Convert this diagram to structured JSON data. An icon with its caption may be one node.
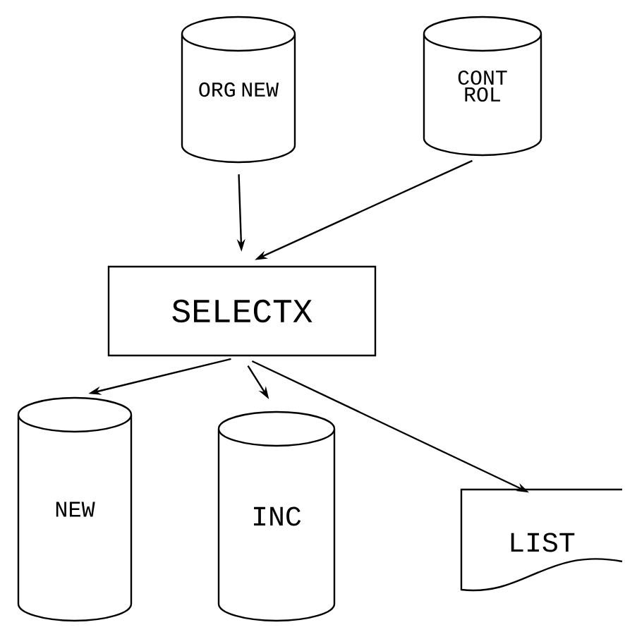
{
  "diagram": {
    "nodes": [
      {
        "text": [
          "ORG NEW"
        ]
      },
      {
        "text": [
          "CONT ROL"
        ]
      },
      {
        "text": [
          "SELECTX"
        ]
      },
      {
        "text": [
          "NEW"
        ]
      },
      {
        "text": [
          "INC"
        ]
      },
      {
        "text": [
          "LIST"
        ]
      }
    ],
    "edges": [
      {
        "from": 0,
        "to": 2,
        "arrow": "to"
      },
      {
        "from": 1,
        "to": 2,
        "arrow": "to"
      },
      {
        "from": 2,
        "to": 3,
        "arrow": "to"
      },
      {
        "from": 2,
        "to": 4,
        "arrow": "to"
      },
      {
        "from": 2,
        "to": 5,
        "arrow": "to"
      }
    ]
  }
}
